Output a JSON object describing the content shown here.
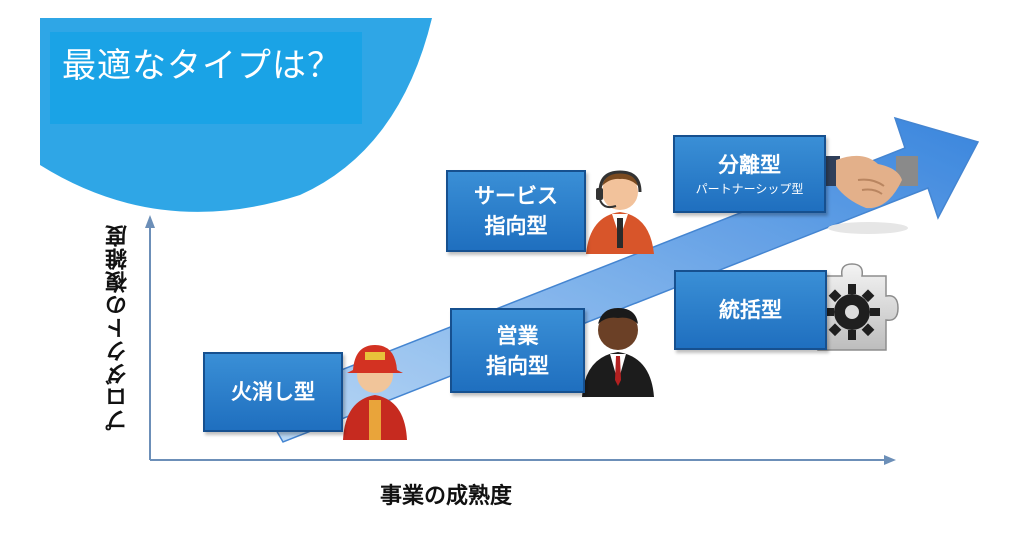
{
  "title": "最適なタイプは？",
  "axes": {
    "y_label": "プロダクトの複雑度",
    "x_label": "事業の成熟度"
  },
  "boxes": {
    "firefighting": {
      "label": "火消し型"
    },
    "sales": {
      "line1": "営業",
      "line2": "指向型"
    },
    "service": {
      "line1": "サービス",
      "line2": "指向型"
    },
    "separated": {
      "line1": "分離型",
      "line2": "パートナーシップ型"
    },
    "integrated": {
      "label": "統括型"
    }
  },
  "icons": {
    "firefighter": "firefighter-icon",
    "businessman": "businessman-icon",
    "support_agent": "support-agent-icon",
    "handshake": "handshake-icon",
    "gear_puzzle": "gear-puzzle-icon"
  },
  "colors": {
    "accent": "#1aa3e6",
    "box": "#2a7fcf",
    "arrow": "#5aa0e6"
  }
}
